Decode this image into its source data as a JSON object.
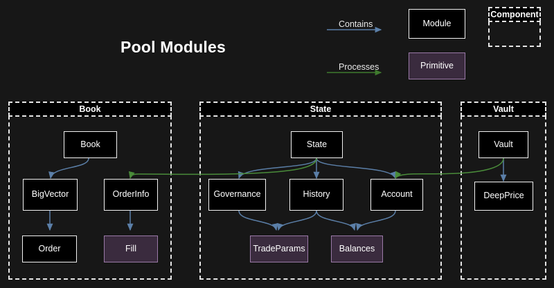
{
  "title": "Pool Modules",
  "background_color": "#171717",
  "colors": {
    "contains_edge": "#5b7fa8",
    "processes_edge": "#3f7a2e",
    "module_fill": "#000000",
    "module_border": "#f2f2f2",
    "primitive_fill": "#3a2b3e",
    "primitive_border": "#9b7aa8",
    "group_border": "#e6e6e6",
    "text": "#ffffff"
  },
  "legend": {
    "contains_label": "Contains",
    "processes_label": "Processes",
    "module_label": "Module",
    "primitive_label": "Primitive",
    "component_label": "Component"
  },
  "groups": [
    {
      "id": "book",
      "label": "Book"
    },
    {
      "id": "state",
      "label": "State"
    },
    {
      "id": "vault",
      "label": "Vault"
    }
  ],
  "nodes": [
    {
      "id": "book",
      "label": "Book",
      "type": "module",
      "group": "book"
    },
    {
      "id": "bigvector",
      "label": "BigVector",
      "type": "module",
      "group": "book"
    },
    {
      "id": "orderinfo",
      "label": "OrderInfo",
      "type": "module",
      "group": "book"
    },
    {
      "id": "order",
      "label": "Order",
      "type": "module",
      "group": "book"
    },
    {
      "id": "fill",
      "label": "Fill",
      "type": "primitive",
      "group": "book"
    },
    {
      "id": "state",
      "label": "State",
      "type": "module",
      "group": "state"
    },
    {
      "id": "governance",
      "label": "Governance",
      "type": "module",
      "group": "state"
    },
    {
      "id": "history",
      "label": "History",
      "type": "module",
      "group": "state"
    },
    {
      "id": "account",
      "label": "Account",
      "type": "module",
      "group": "state"
    },
    {
      "id": "tradeparams",
      "label": "TradeParams",
      "type": "primitive",
      "group": "state"
    },
    {
      "id": "balances",
      "label": "Balances",
      "type": "primitive",
      "group": "state"
    },
    {
      "id": "vault",
      "label": "Vault",
      "type": "module",
      "group": "vault"
    },
    {
      "id": "deepprice",
      "label": "DeepPrice",
      "type": "module",
      "group": "vault"
    }
  ],
  "edges": [
    {
      "from": "book",
      "to": "bigvector",
      "kind": "contains"
    },
    {
      "from": "bigvector",
      "to": "order",
      "kind": "contains"
    },
    {
      "from": "orderinfo",
      "to": "fill",
      "kind": "contains"
    },
    {
      "from": "state",
      "to": "governance",
      "kind": "contains"
    },
    {
      "from": "state",
      "to": "history",
      "kind": "contains"
    },
    {
      "from": "state",
      "to": "account",
      "kind": "contains"
    },
    {
      "from": "governance",
      "to": "tradeparams",
      "kind": "contains"
    },
    {
      "from": "history",
      "to": "tradeparams",
      "kind": "contains"
    },
    {
      "from": "history",
      "to": "balances",
      "kind": "contains"
    },
    {
      "from": "account",
      "to": "balances",
      "kind": "contains"
    },
    {
      "from": "vault",
      "to": "deepprice",
      "kind": "contains"
    },
    {
      "from": "state",
      "to": "orderinfo",
      "kind": "processes"
    },
    {
      "from": "vault",
      "to": "account",
      "kind": "processes"
    }
  ]
}
